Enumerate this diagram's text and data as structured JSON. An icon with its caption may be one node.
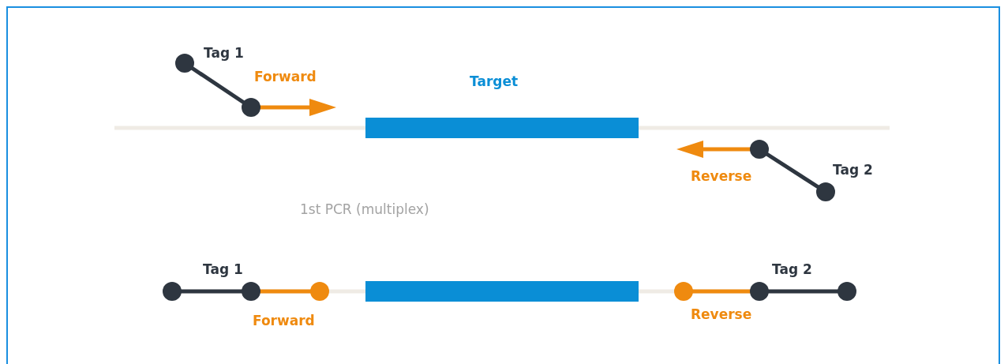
{
  "diagram": {
    "labels": [
      "Tag 1",
      "Forward",
      "Target",
      "Tag 2",
      "Reverse",
      "1st PCR (multiplex)",
      "Tag 1",
      "Tag 2",
      "Forward",
      "Reverse"
    ]
  }
}
